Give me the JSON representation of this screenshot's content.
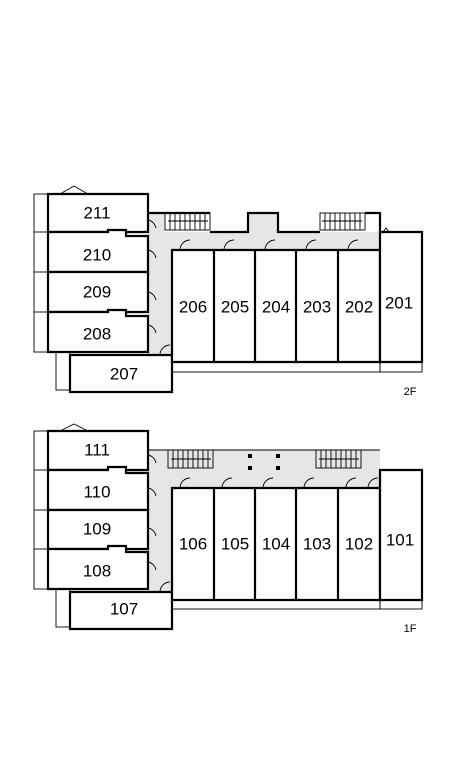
{
  "floors": [
    {
      "label": "2F",
      "rooms_left": [
        "211",
        "210",
        "209",
        "208"
      ],
      "room_bottom": "207",
      "rooms_row": [
        "206",
        "205",
        "204",
        "203",
        "202"
      ],
      "room_end": "201"
    },
    {
      "label": "1F",
      "rooms_left": [
        "111",
        "110",
        "109",
        "108"
      ],
      "room_bottom": "107",
      "rooms_row": [
        "106",
        "105",
        "104",
        "103",
        "102"
      ],
      "room_end": "101"
    }
  ],
  "colors": {
    "corridor": "#e6e6e6",
    "wall": "#000000"
  }
}
